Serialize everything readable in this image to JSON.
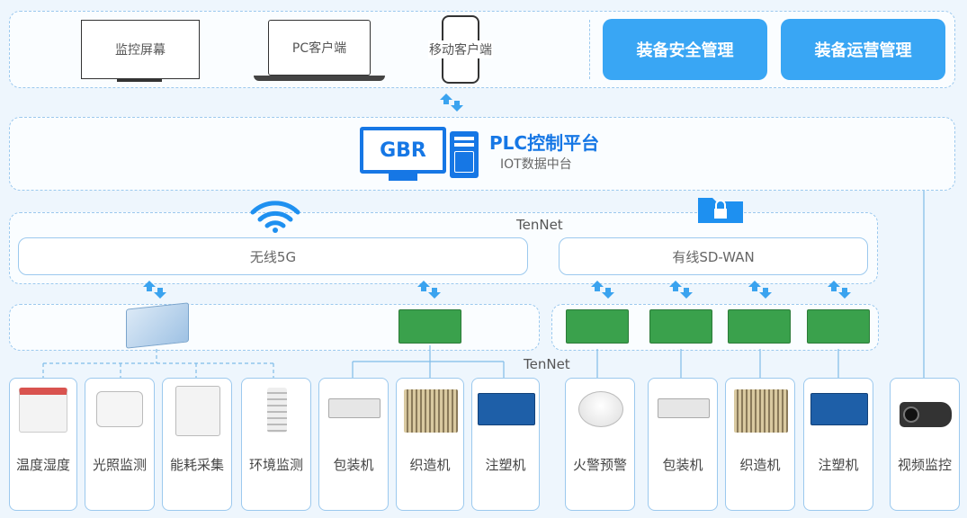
{
  "top": {
    "monitor_screen": "监控屏幕",
    "pc_client": "PC客户端",
    "mobile_client": "移动客户端",
    "btn_security": "装备安全管理",
    "btn_operations": "装备运营管理"
  },
  "platform": {
    "gbr": "GBR",
    "title": "PLC控制平台",
    "subtitle": "IOT数据中台"
  },
  "network": {
    "tennet_top": "TenNet",
    "wireless": "无线5G",
    "wired": "有线SD-WAN",
    "tennet_bottom": "TenNet"
  },
  "devices": [
    {
      "label": "温度湿度"
    },
    {
      "label": "光照监测"
    },
    {
      "label": "能耗采集"
    },
    {
      "label": "环境监测"
    },
    {
      "label": "包装机"
    },
    {
      "label": "织造机"
    },
    {
      "label": "注塑机"
    },
    {
      "label": "火警预警"
    },
    {
      "label": "包装机"
    },
    {
      "label": "织造机"
    },
    {
      "label": "注塑机"
    },
    {
      "label": "视频监控"
    }
  ],
  "colors": {
    "accent": "#39a6f4",
    "brand_blue": "#1677e5",
    "border": "#9cc9ee"
  }
}
